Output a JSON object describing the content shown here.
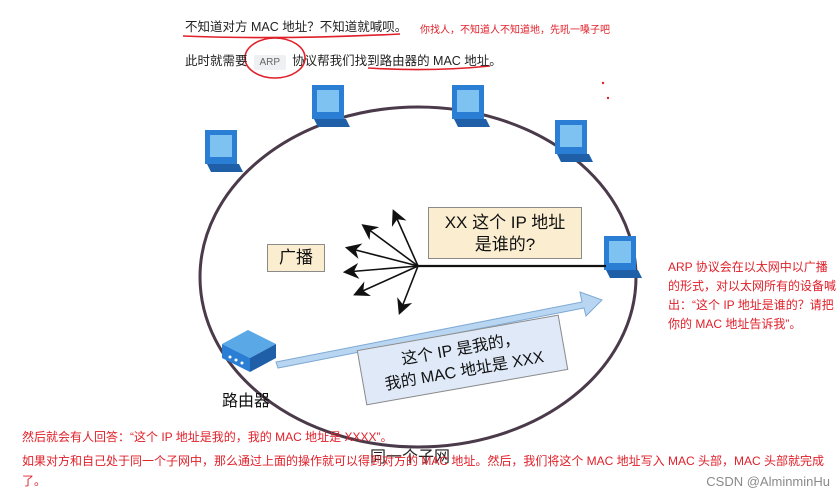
{
  "header": {
    "line1": "不知道对方 MAC 地址？不知道就喊呗。",
    "line2_prefix": "此时就需要",
    "line2_chip": "ARP",
    "line2_suffix": "协议帮我们找到路由器的 MAC 地址。",
    "annotation": "你找人，不知道人不知道地，先吼一嗓子吧"
  },
  "diagram": {
    "broadcast_label": "广播",
    "question_line1": "XX 这个 IP 地址",
    "question_line2": "是谁的?",
    "reply_line1": "这个 IP 是我的，",
    "reply_line2": "我的 MAC 地址是 XXX",
    "router_label": "路由器",
    "subnet_label": "同一个子网"
  },
  "side_note": "ARP 协议会在以太网中以广播的形式，对以太网所有的设备喊出：“这个 IP 地址是谁的？请把你的 MAC 地址告诉我”。",
  "bottom": {
    "line1": "然后就会有人回答：“这个 IP 地址是我的，我的 MAC 地址是 XXXX”。",
    "line2": "如果对方和自己处于同一个子网中，那么通过上面的操作就可以得到对方的 MAC 地址。然后，我们将这个 MAC 地址写入 MAC 头部，MAC 头部就完成了。"
  },
  "watermark": "CSDN @AlminminHu",
  "colors": {
    "annotation_red": "#e0202a",
    "monitor_blue": "#2a7fd4",
    "box_yellow": "#fbeed0",
    "box_blue": "#dfe9f7"
  }
}
